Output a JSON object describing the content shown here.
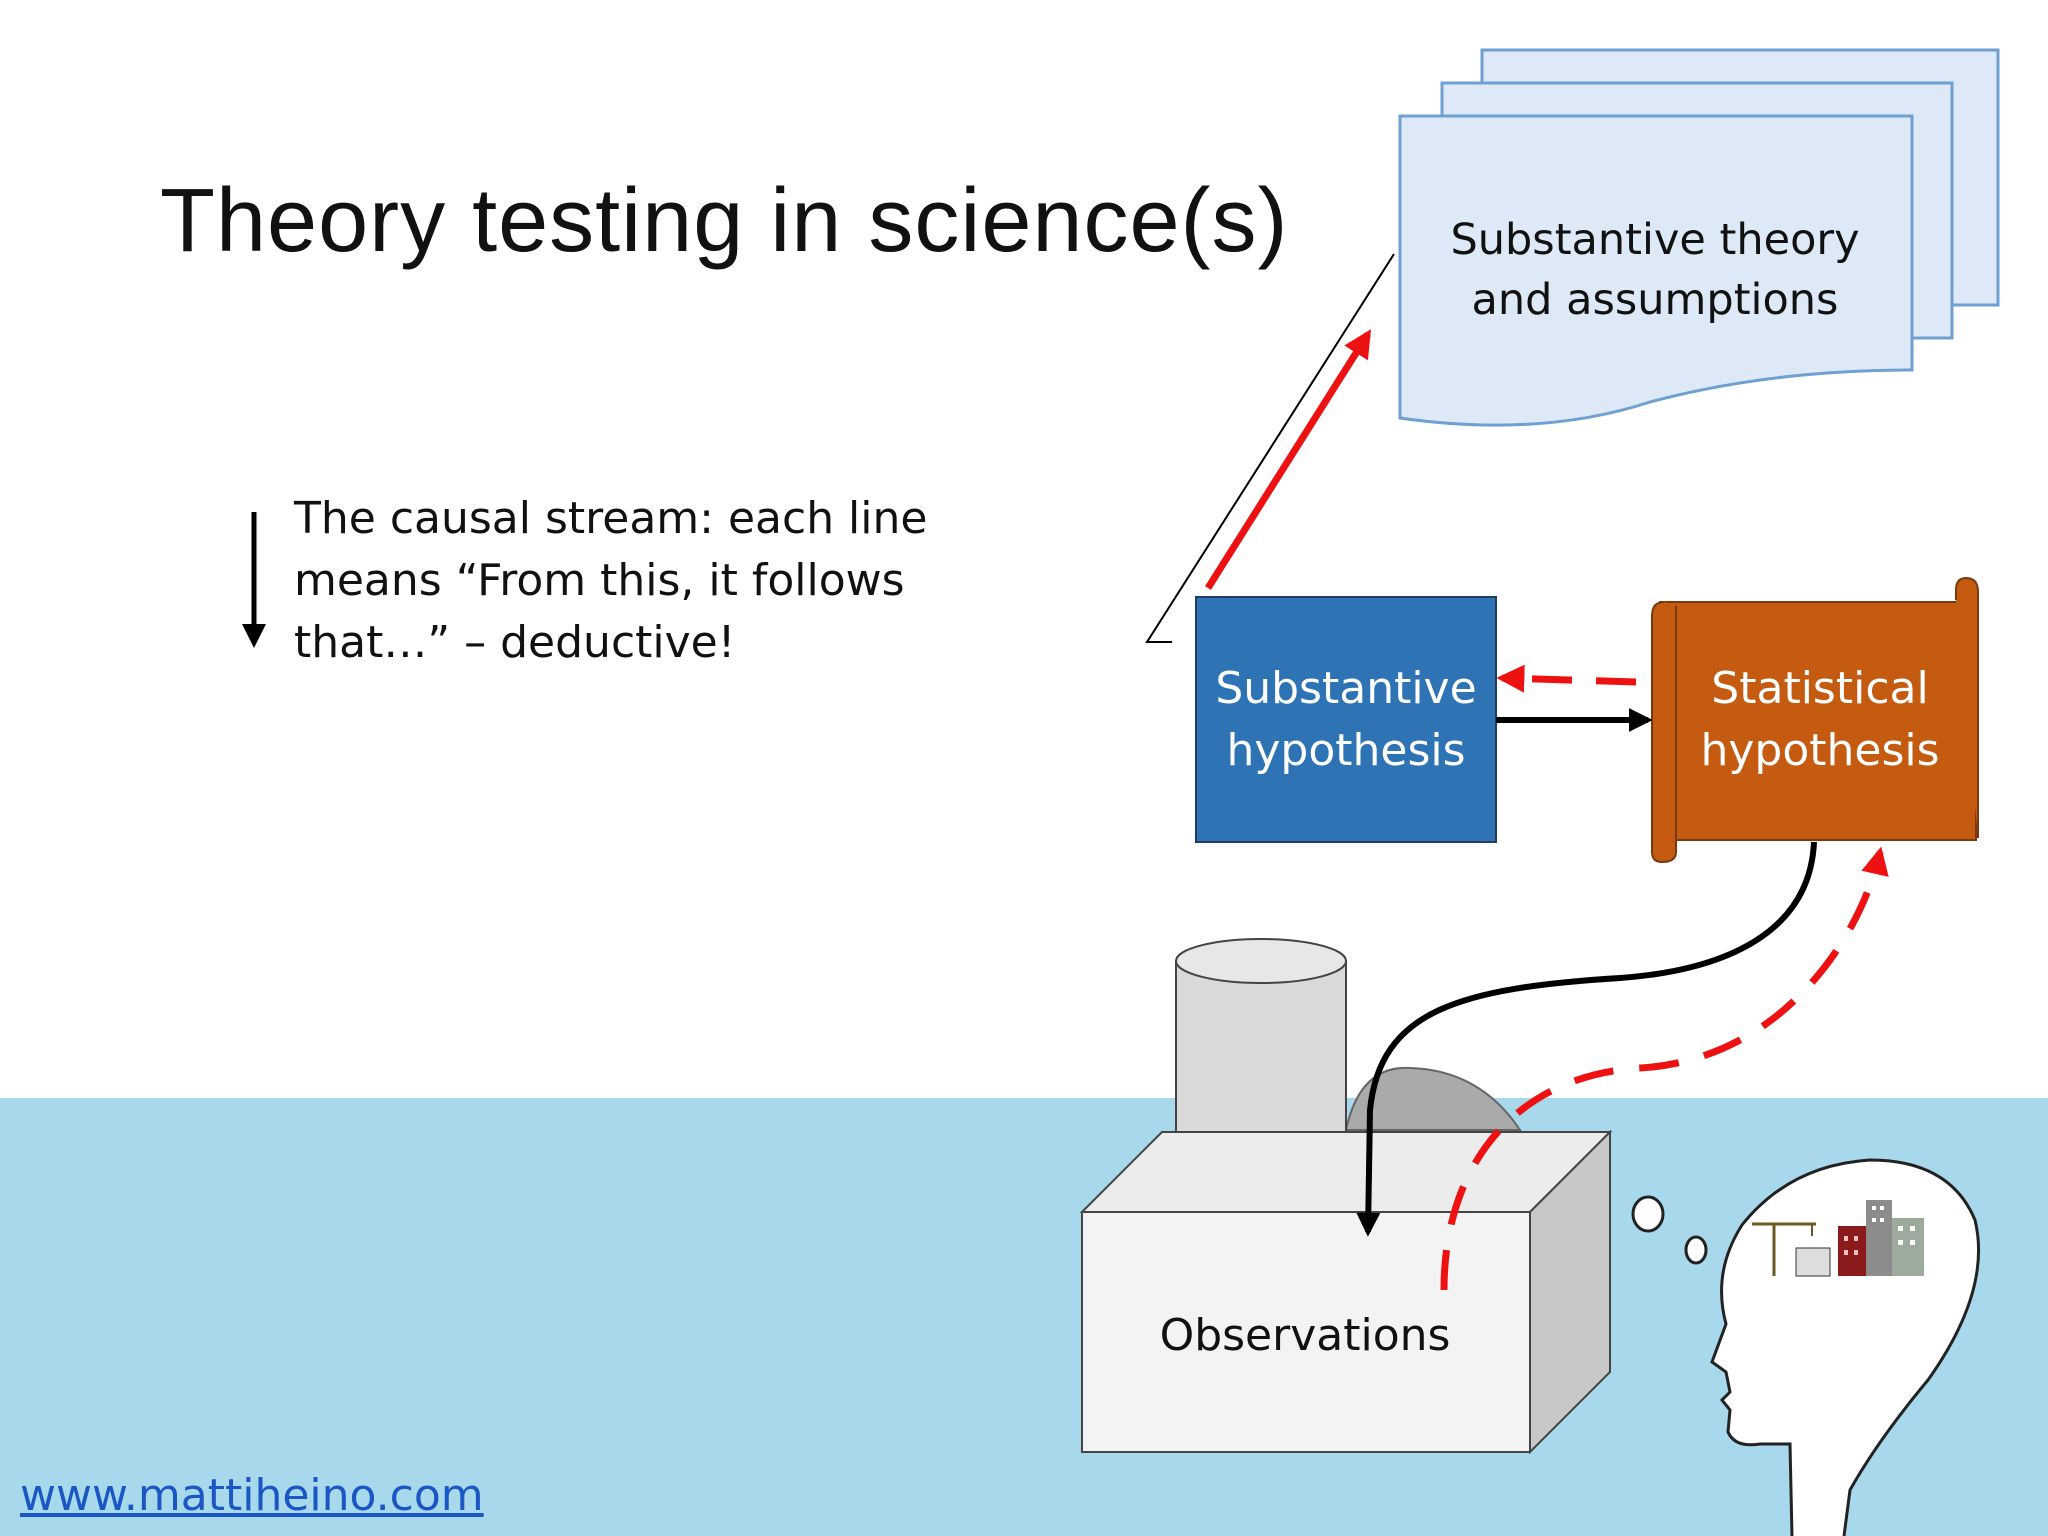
{
  "slide": {
    "title": "Theory testing in science(s)",
    "legend_text": "The causal stream: each line means “From this, it follows that…” – deductive!",
    "footer_link": "www.mattiheino.com"
  },
  "nodes": {
    "theory": "Substantive theory and assumptions",
    "substantive_hypothesis": "Substantive hypothesis",
    "statistical_hypothesis": "Statistical hypothesis",
    "observations": "Observations"
  },
  "colors": {
    "background_water": "#a7d8ec",
    "theory_fill": "#dde9f6",
    "theory_stroke": "#6fa0d2",
    "substantive_fill": "#2e74b5",
    "statistical_fill": "#c55a11",
    "arrow_red": "#ee1111",
    "arrow_black": "#000000"
  }
}
